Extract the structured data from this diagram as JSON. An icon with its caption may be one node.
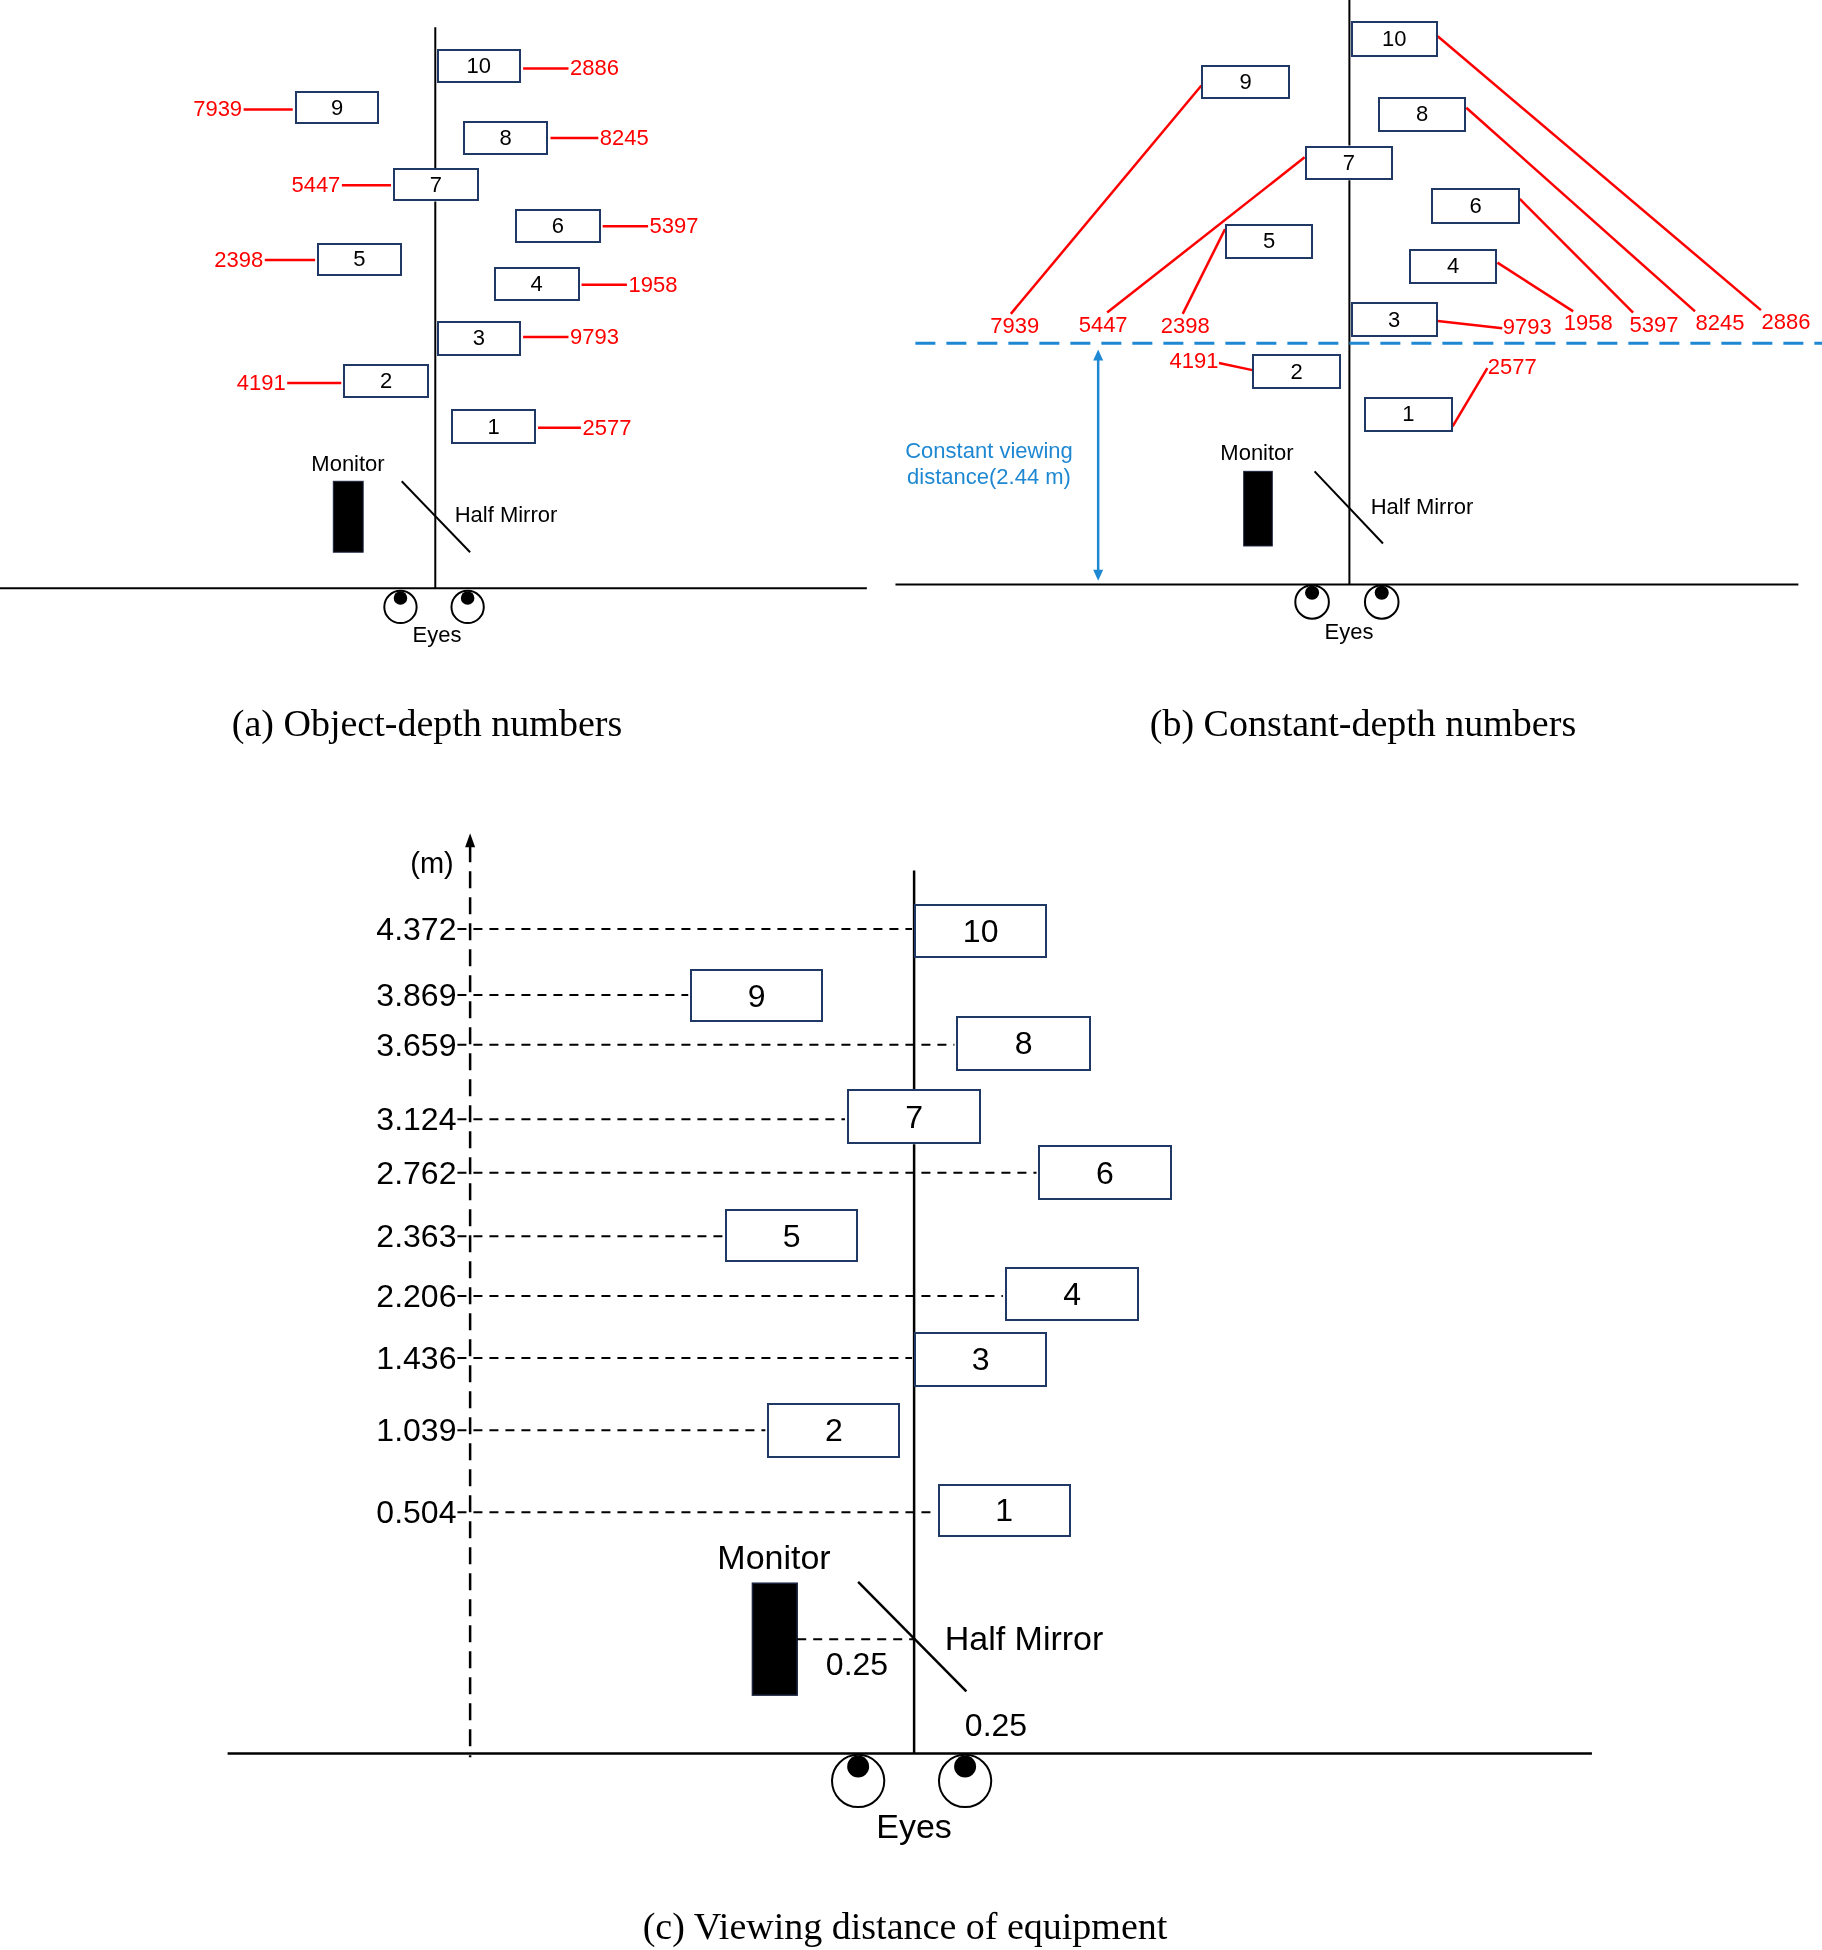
{
  "diagram": {
    "nodes": [
      {
        "text": [
          "10"
        ]
      },
      {
        "text": [
          "9"
        ]
      },
      {
        "text": [
          "8"
        ]
      },
      {
        "text": [
          "7"
        ]
      },
      {
        "text": [
          "6"
        ]
      },
      {
        "text": [
          "5"
        ]
      },
      {
        "text": [
          "4"
        ]
      },
      {
        "text": [
          "3"
        ]
      },
      {
        "text": [
          "2"
        ]
      },
      {
        "text": [
          "1"
        ]
      },
      {
        "text": [
          "2886"
        ]
      },
      {
        "text": [
          "7939"
        ]
      },
      {
        "text": [
          "8245"
        ]
      },
      {
        "text": [
          "5447"
        ]
      },
      {
        "text": [
          "5397"
        ]
      },
      {
        "text": [
          "2398"
        ]
      },
      {
        "text": [
          "1958"
        ]
      },
      {
        "text": [
          "9793"
        ]
      },
      {
        "text": [
          "4191"
        ]
      },
      {
        "text": [
          "2577"
        ]
      },
      {
        "text": [
          "10"
        ]
      },
      {
        "text": [
          "9"
        ]
      },
      {
        "text": [
          "8"
        ]
      },
      {
        "text": [
          "7"
        ]
      },
      {
        "text": [
          "6"
        ]
      },
      {
        "text": [
          "5"
        ]
      },
      {
        "text": [
          "4"
        ]
      },
      {
        "text": [
          "3"
        ]
      },
      {
        "text": [
          "2"
        ]
      },
      {
        "text": [
          "1"
        ]
      },
      {
        "text": [
          "7939"
        ]
      },
      {
        "text": [
          "5447"
        ]
      },
      {
        "text": [
          "2398"
        ]
      },
      {
        "text": [
          "9793"
        ]
      },
      {
        "text": [
          "1958"
        ]
      },
      {
        "text": [
          "5397"
        ]
      },
      {
        "text": [
          "8245"
        ]
      },
      {
        "text": [
          "2886"
        ]
      },
      {
        "text": [
          "4191"
        ]
      },
      {
        "text": [
          "2577"
        ]
      },
      {
        "text": [
          "10"
        ]
      },
      {
        "text": [
          "9"
        ]
      },
      {
        "text": [
          "8"
        ]
      },
      {
        "text": [
          "7"
        ]
      },
      {
        "text": [
          "6"
        ]
      },
      {
        "text": [
          "5"
        ]
      },
      {
        "text": [
          "4"
        ]
      },
      {
        "text": [
          "3"
        ]
      },
      {
        "text": [
          "2"
        ]
      },
      {
        "text": [
          "1"
        ]
      },
      {
        "text": [
          "4.372"
        ]
      },
      {
        "text": [
          "3.869"
        ]
      },
      {
        "text": [
          "3.659"
        ]
      },
      {
        "text": [
          "3.124"
        ]
      },
      {
        "text": [
          "2.762"
        ]
      },
      {
        "text": [
          "2.363"
        ]
      },
      {
        "text": [
          "2.206"
        ]
      },
      {
        "text": [
          "1.436"
        ]
      },
      {
        "text": [
          "1.039"
        ]
      },
      {
        "text": [
          "0.504"
        ]
      }
    ],
    "edges": [
      {
        "from": 10,
        "to": 0,
        "arrow": "none",
        "color": "#ff0000"
      },
      {
        "from": 11,
        "to": 1,
        "arrow": "none",
        "color": "#ff0000"
      },
      {
        "from": 12,
        "to": 2,
        "arrow": "none",
        "color": "#ff0000"
      },
      {
        "from": 13,
        "to": 3,
        "arrow": "none",
        "color": "#ff0000"
      },
      {
        "from": 14,
        "to": 4,
        "arrow": "none",
        "color": "#ff0000"
      },
      {
        "from": 15,
        "to": 5,
        "arrow": "none",
        "color": "#ff0000"
      },
      {
        "from": 16,
        "to": 6,
        "arrow": "none",
        "color": "#ff0000"
      },
      {
        "from": 17,
        "to": 7,
        "arrow": "none",
        "color": "#ff0000"
      },
      {
        "from": 18,
        "to": 8,
        "arrow": "none",
        "color": "#ff0000"
      },
      {
        "from": 19,
        "to": 9,
        "arrow": "none",
        "color": "#ff0000"
      },
      {
        "from": 30,
        "to": 21,
        "arrow": "none",
        "color": "#ff0000"
      },
      {
        "from": 31,
        "to": 23,
        "arrow": "none",
        "color": "#ff0000"
      },
      {
        "from": 32,
        "to": 25,
        "arrow": "none",
        "color": "#ff0000"
      },
      {
        "from": 33,
        "to": 27,
        "arrow": "none",
        "color": "#ff0000"
      },
      {
        "from": 34,
        "to": 26,
        "arrow": "none",
        "color": "#ff0000"
      },
      {
        "from": 35,
        "to": 24,
        "arrow": "none",
        "color": "#ff0000"
      },
      {
        "from": 36,
        "to": 22,
        "arrow": "none",
        "color": "#ff0000"
      },
      {
        "from": 37,
        "to": 20,
        "arrow": "none",
        "color": "#ff0000"
      },
      {
        "from": 38,
        "to": 28,
        "arrow": "none",
        "color": "#ff0000"
      },
      {
        "from": 39,
        "to": 29,
        "arrow": "none",
        "color": "#ff0000"
      },
      {
        "from": 50,
        "to": 40,
        "arrow": "none",
        "style": "dashed",
        "color": "#000000"
      },
      {
        "from": 51,
        "to": 41,
        "arrow": "none",
        "style": "dashed",
        "color": "#000000"
      },
      {
        "from": 52,
        "to": 42,
        "arrow": "none",
        "style": "dashed",
        "color": "#000000"
      },
      {
        "from": 53,
        "to": 43,
        "arrow": "none",
        "style": "dashed",
        "color": "#000000"
      },
      {
        "from": 54,
        "to": 44,
        "arrow": "none",
        "style": "dashed",
        "color": "#000000"
      },
      {
        "from": 55,
        "to": 45,
        "arrow": "none",
        "style": "dashed",
        "color": "#000000"
      },
      {
        "from": 56,
        "to": 46,
        "arrow": "none",
        "style": "dashed",
        "color": "#000000"
      },
      {
        "from": 57,
        "to": 47,
        "arrow": "none",
        "style": "dashed",
        "color": "#000000"
      },
      {
        "from": 58,
        "to": 48,
        "arrow": "none",
        "style": "dashed",
        "color": "#000000"
      },
      {
        "from": 59,
        "to": 49,
        "arrow": "none",
        "style": "dashed",
        "color": "#000000"
      }
    ],
    "labels": [
      "Monitor",
      "Half Mirror",
      "Eyes",
      "(a) Object-depth numbers",
      "Constant viewing distance(2.44 m)",
      "Monitor",
      "Half Mirror",
      "Eyes",
      "(b) Constant-depth numbers",
      "(m)",
      "Monitor",
      "0.25",
      "Half Mirror",
      "0.25",
      "Eyes",
      "(c) Viewing distance of equipment"
    ]
  }
}
